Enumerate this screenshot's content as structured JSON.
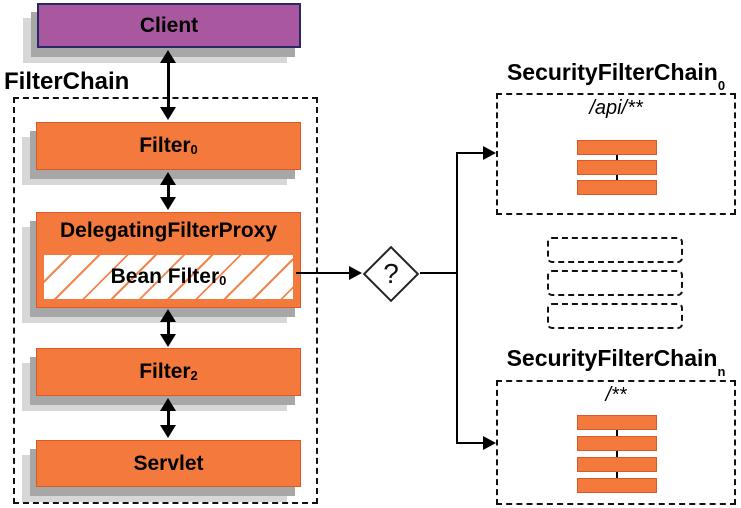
{
  "client": {
    "label": "Client"
  },
  "filter_chain": {
    "label": "FilterChain",
    "filter0_base": "Filter",
    "filter0_sub": "0",
    "dfp_label": "DelegatingFilterProxy",
    "bean_base": "Bean Filter",
    "bean_sub": "0",
    "filter2_base": "Filter",
    "filter2_sub": "2",
    "servlet_label": "Servlet"
  },
  "decision": {
    "label": "?"
  },
  "chains": {
    "chain0": {
      "title_base": "SecurityFilterChain",
      "title_sub": "0",
      "pattern": "/api/**",
      "bars": 3
    },
    "chain_n": {
      "title_base": "SecurityFilterChain",
      "title_sub": "n",
      "pattern": "/**",
      "bars": 4
    },
    "placeholders": 3
  },
  "colors": {
    "box_orange": "#F4793C",
    "box_orange_border": "#D85A28",
    "hatch_orange": "#F2854E",
    "client_purple": "#A9579F",
    "client_border": "#282867",
    "shadow_mid": "#A7A7A7",
    "shadow_light": "#D7D7D7",
    "line": "#000000"
  }
}
